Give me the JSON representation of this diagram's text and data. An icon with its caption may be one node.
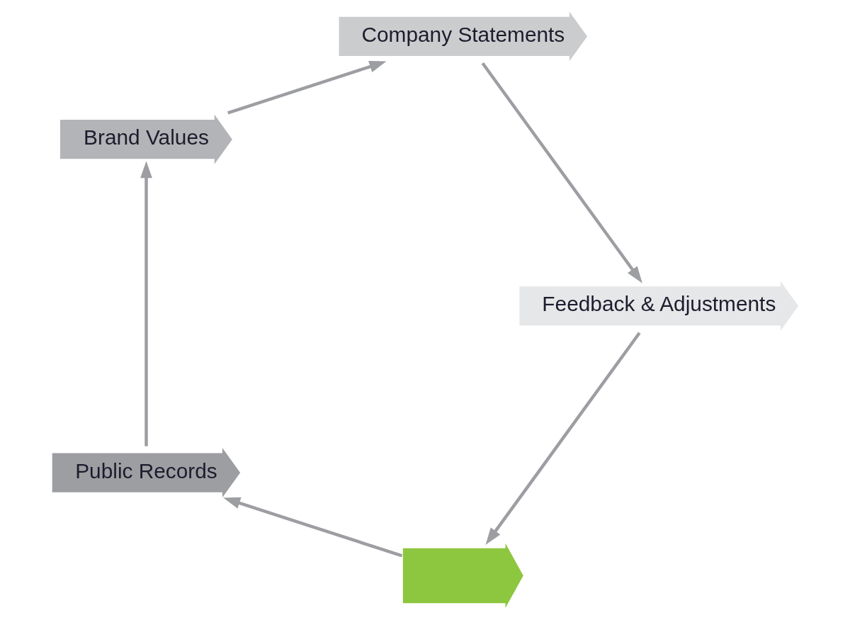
{
  "diagram": {
    "nodes": [
      {
        "text": [],
        "shape": "arrow"
      },
      {
        "text": [
          "Public Records"
        ]
      },
      {
        "text": [
          "Brand Values"
        ]
      },
      {
        "text": [
          "Company Statements"
        ]
      },
      {
        "text": [
          "Feedback & Adjustments"
        ]
      }
    ],
    "edges": [
      {
        "from": 0,
        "to": 1,
        "arrow": "to"
      },
      {
        "from": 1,
        "to": 2,
        "arrow": "to"
      },
      {
        "from": 2,
        "to": 3,
        "arrow": "to"
      },
      {
        "from": 3,
        "to": 4,
        "arrow": "to"
      },
      {
        "from": 4,
        "to": 0,
        "arrow": "to"
      }
    ]
  }
}
